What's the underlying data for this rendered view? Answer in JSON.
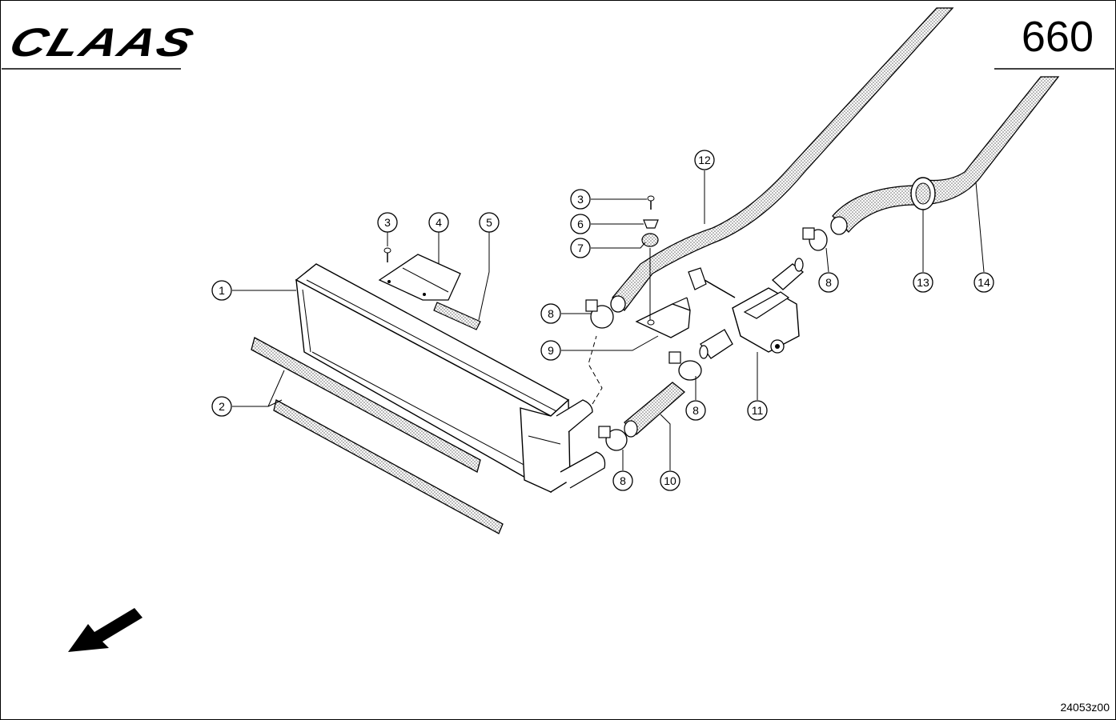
{
  "header": {
    "brand": "CLAAS",
    "page_number": "660"
  },
  "footer": {
    "drawing_code": "24053z00"
  },
  "callouts": [
    "1",
    "2",
    "3",
    "4",
    "5",
    "3",
    "6",
    "7",
    "8",
    "9",
    "12",
    "8",
    "13",
    "14",
    "11",
    "8",
    "8",
    "10"
  ],
  "colors": {
    "ink": "#000000",
    "paper": "#ffffff",
    "hatch": "#9a9a9a"
  }
}
